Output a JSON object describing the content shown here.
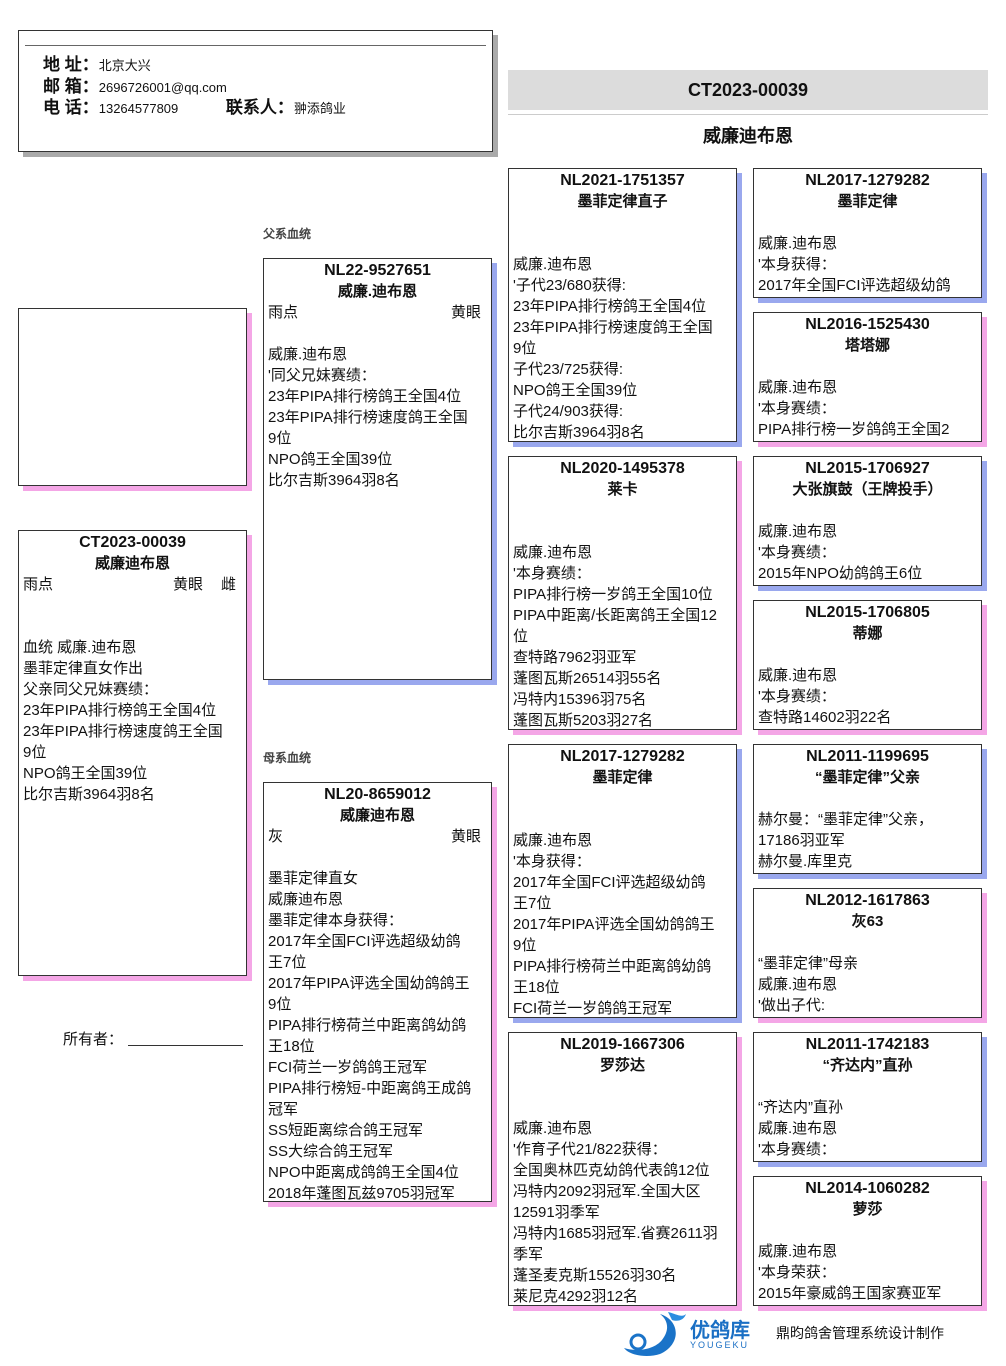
{
  "header": {
    "address_label": "地 址：",
    "address": "北京大兴",
    "email_label": "邮 箱：",
    "email": "2696726001@qq.com",
    "phone_label": "电 话：",
    "phone": "13264577809",
    "contact_label": "联系人：",
    "contact": "翀添鸽业"
  },
  "banner": {
    "ring": "CT2023-00039",
    "name": "威廉迪布恩"
  },
  "labels": {
    "sire_line": "父系血统",
    "dam_line": "母系血统",
    "owner": "所有者："
  },
  "subject": {
    "ring": "CT2023-00039",
    "name": "威廉迪布恩",
    "color": "雨点",
    "eye": "黄眼",
    "sex": "雌",
    "notes": [
      "血统 威廉.迪布恩",
      "墨菲定律直女作出",
      "父亲同父兄妹赛绩：",
      "23年PIPA排行榜鸽王全国4位",
      "23年PIPA排行榜速度鸽王全国",
      "9位",
      "NPO鸽王全国39位",
      "比尔吉斯3964羽8名"
    ]
  },
  "sire": {
    "ring": "NL22-9527651",
    "name": "威廉.迪布恩",
    "color": "雨点",
    "eye": "黄眼",
    "notes": [
      "威廉.迪布恩",
      "'同父兄妹赛绩：",
      "23年PIPA排行榜鸽王全国4位",
      "23年PIPA排行榜速度鸽王全国",
      "9位",
      "NPO鸽王全国39位",
      "比尔吉斯3964羽8名"
    ]
  },
  "dam": {
    "ring": "NL20-8659012",
    "name": "威廉迪布恩",
    "color": "灰",
    "eye": "黄眼",
    "notes": [
      "墨菲定律直女",
      "威廉迪布恩",
      "墨菲定律本身获得：",
      "2017年全国FCI评选超级幼鸽",
      "王7位",
      "2017年PIPA评选全国幼鸽鸽王",
      "9位",
      "PIPA排行榜荷兰中距离鸽幼鸽",
      "王18位",
      "FCI荷兰一岁鸽鸽王冠军",
      "PIPA排行榜短-中距离鸽王成鸽",
      "冠军",
      "SS短距离综合鸽王冠军",
      "SS大综合鸽王冠军",
      "NPO中距离成鸽鸽王全国4位",
      "2018年蓬图瓦兹9705羽冠军"
    ]
  },
  "gen3": [
    {
      "ring": "NL2021-1751357",
      "name": "墨菲定律直子",
      "sex": "male",
      "notes": [
        "威廉.迪布恩",
        "'子代23/680获得:",
        "23年PIPA排行榜鸽王全国4位",
        "23年PIPA排行榜速度鸽王全国",
        "9位",
        "子代23/725获得:",
        "NPO鸽王全国39位",
        "子代24/903获得:",
        "比尔吉斯3964羽8名"
      ]
    },
    {
      "ring": "NL2020-1495378",
      "name": "莱卡",
      "sex": "female",
      "notes": [
        "威廉.迪布恩",
        "'本身赛绩：",
        "PIPA排行榜一岁鸽王全国10位",
        "PIPA中距离/长距离鸽王全国12",
        "位",
        "查特路7962羽亚军",
        "蓬图瓦斯26514羽55名",
        "冯特内15396羽75名",
        "蓬图瓦斯5203羽27名"
      ]
    },
    {
      "ring": "NL2017-1279282",
      "name": "墨菲定律",
      "sex": "male",
      "notes": [
        "威廉.迪布恩",
        "'本身获得：",
        "2017年全国FCI评选超级幼鸽",
        "王7位",
        "2017年PIPA评选全国幼鸽鸽王",
        "9位",
        "PIPA排行榜荷兰中距离鸽幼鸽",
        "王18位",
        "FCI荷兰一岁鸽鸽王冠军"
      ]
    },
    {
      "ring": "NL2019-1667306",
      "name": "罗莎达",
      "sex": "female",
      "notes": [
        "威廉.迪布恩",
        "'作育子代21/822获得：",
        "全国奥林匹克幼鸽代表鸽12位",
        "冯特内2092羽冠军.全国大区",
        "12591羽季军",
        "冯特内1685羽冠军.省赛2611羽",
        "季军",
        "蓬圣麦克斯15526羽30名",
        "莱尼克4292羽12名"
      ]
    }
  ],
  "gen4": [
    {
      "ring": "NL2017-1279282",
      "name": "墨菲定律",
      "sex": "male",
      "notes": [
        "威廉.迪布恩",
        "'本身获得：",
        "2017年全国FCI评选超级幼鸽"
      ]
    },
    {
      "ring": "NL2016-1525430",
      "name": "塔塔娜",
      "sex": "female",
      "notes": [
        "威廉.迪布恩",
        "'本身赛绩：",
        "PIPA排行榜一岁鸽鸽王全国2"
      ]
    },
    {
      "ring": "NL2015-1706927",
      "name": "大张旗鼓（王牌投手）",
      "sex": "male",
      "notes": [
        "威廉.迪布恩",
        "'本身赛绩：",
        "2015年NPO幼鸽鸽王6位"
      ]
    },
    {
      "ring": "NL2015-1706805",
      "name": "蒂娜",
      "sex": "female",
      "notes": [
        "威廉.迪布恩",
        "'本身赛绩：",
        "查特路14602羽22名"
      ]
    },
    {
      "ring": "NL2011-1199695",
      "name": "“墨菲定律”父亲",
      "sex": "male",
      "notes": [
        "赫尔曼：“墨菲定律”父亲，",
        "17186羽亚军",
        "赫尔曼.库里克"
      ]
    },
    {
      "ring": "NL2012-1617863",
      "name": "灰63",
      "sex": "female",
      "notes": [
        "“墨菲定律”母亲",
        "威廉.迪布恩",
        "'做出子代:"
      ]
    },
    {
      "ring": "NL2011-1742183",
      "name": "“齐达内”直孙",
      "sex": "male",
      "notes": [
        "“齐达内”直孙",
        "威廉.迪布恩",
        "'本身赛绩："
      ]
    },
    {
      "ring": "NL2014-1060282",
      "name": "萝莎",
      "sex": "female",
      "notes": [
        "威廉.迪布恩",
        "'本身荣获：",
        "2015年豪威鸽王国家赛亚军"
      ]
    }
  ],
  "footer": {
    "logo_text": "优鸽库",
    "logo_sub": "YOUGEKU",
    "credit": "鼎昀鸽舍管理系统设计制作"
  },
  "colors": {
    "male_shadow": "#9aa8ee",
    "female_shadow": "#f4a6e6"
  }
}
